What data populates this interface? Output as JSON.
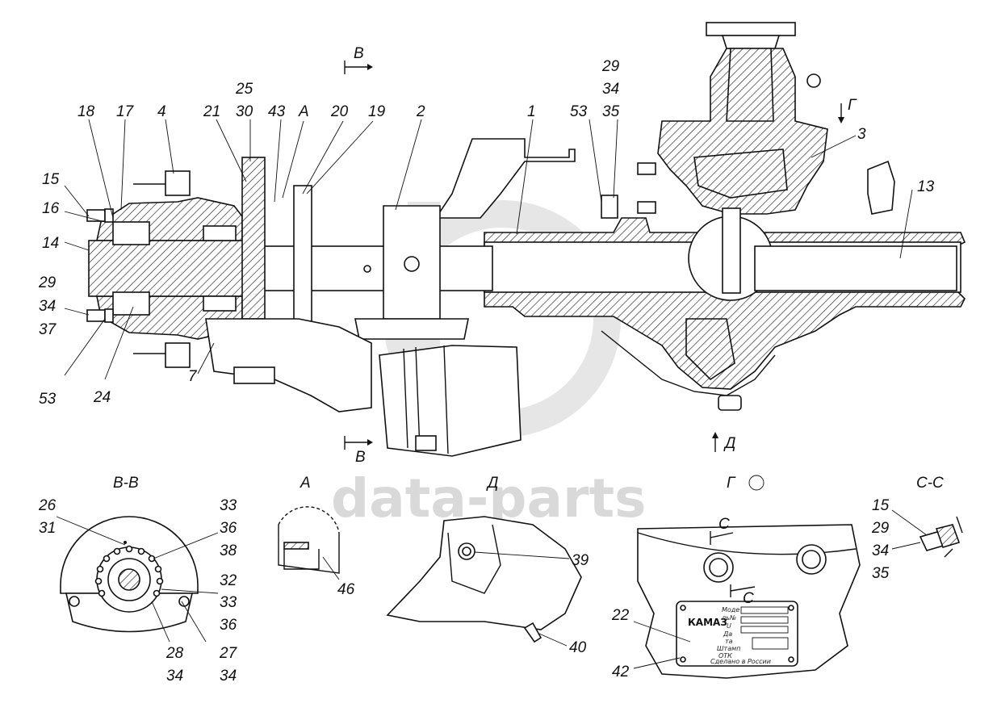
{
  "labels": {
    "n1": "1",
    "n2": "2",
    "n3": "3",
    "n4": "4",
    "n7": "7",
    "n13": "13",
    "n14": "14",
    "n15": "15",
    "n16": "16",
    "n17": "17",
    "n18": "18",
    "n19": "19",
    "n20": "20",
    "n21": "21",
    "n24": "24",
    "n25": "25",
    "n30": "30",
    "n43": "43",
    "nA": "A",
    "n29a": "29",
    "n34a": "34",
    "n35a": "35",
    "n53a": "53",
    "n29b": "29",
    "n34b": "34",
    "n37b": "37",
    "n53b": "53"
  },
  "section_marks": {
    "b_top": "В",
    "b_bottom": "В",
    "g": "Г",
    "d": "Д"
  },
  "views": {
    "bb": {
      "title": "В-В",
      "l26": "26",
      "l31": "31",
      "l33a": "33",
      "l36a": "36",
      "l38": "38",
      "l32": "32",
      "l33b": "33",
      "l36b": "36",
      "l28": "28",
      "l34a": "34",
      "l27": "27",
      "l34b": "34"
    },
    "a": {
      "title": "А",
      "l46": "46"
    },
    "d": {
      "title": "Д",
      "l39": "39",
      "l40": "40"
    },
    "g": {
      "title": "Г",
      "c1": "С",
      "c2": "С",
      "l22": "22",
      "l42": "42",
      "plate_brand": "КАМАЗ",
      "plate_rows": [
        "Моде",
        "ль№",
        "U",
        "Да",
        "та",
        "Штамп",
        "ОТК",
        "Сделано в России"
      ]
    },
    "cc": {
      "title": "С-С",
      "l15": "15",
      "l29": "29",
      "l34": "34",
      "l35": "35"
    }
  },
  "watermark": {
    "text": "data-parts"
  }
}
